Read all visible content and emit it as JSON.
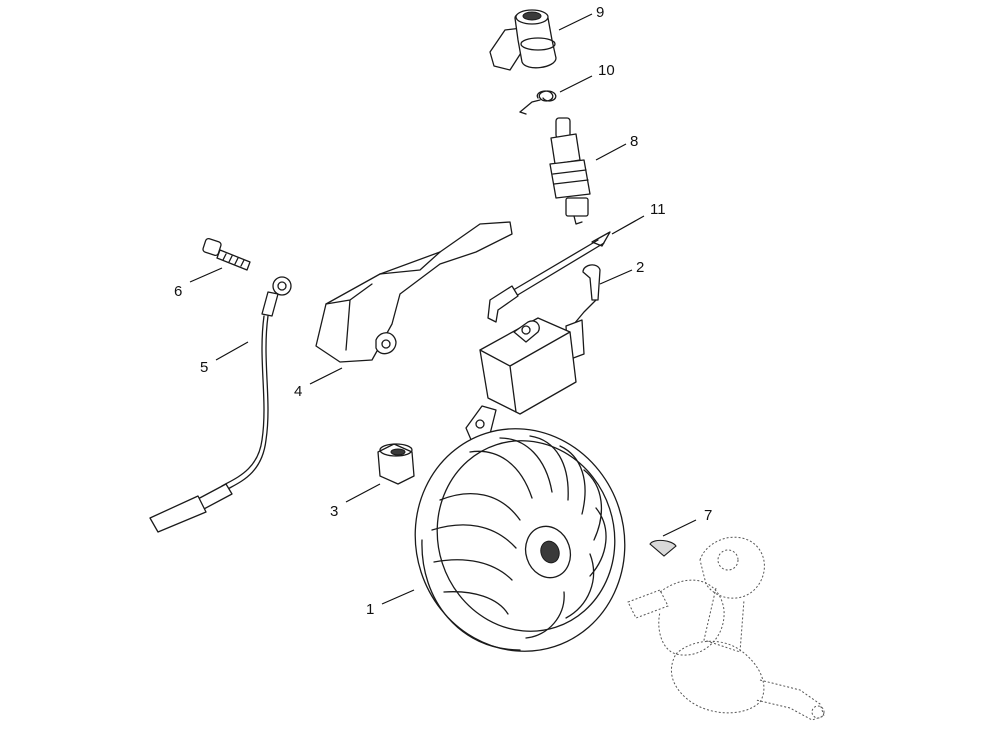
{
  "callouts": [
    {
      "id": "9",
      "label": "9"
    },
    {
      "id": "10",
      "label": "10"
    },
    {
      "id": "8",
      "label": "8"
    },
    {
      "id": "11",
      "label": "11"
    },
    {
      "id": "2",
      "label": "2"
    },
    {
      "id": "6",
      "label": "6"
    },
    {
      "id": "5",
      "label": "5"
    },
    {
      "id": "4",
      "label": "4"
    },
    {
      "id": "3",
      "label": "3"
    },
    {
      "id": "7",
      "label": "7"
    },
    {
      "id": "1",
      "label": "1"
    }
  ]
}
